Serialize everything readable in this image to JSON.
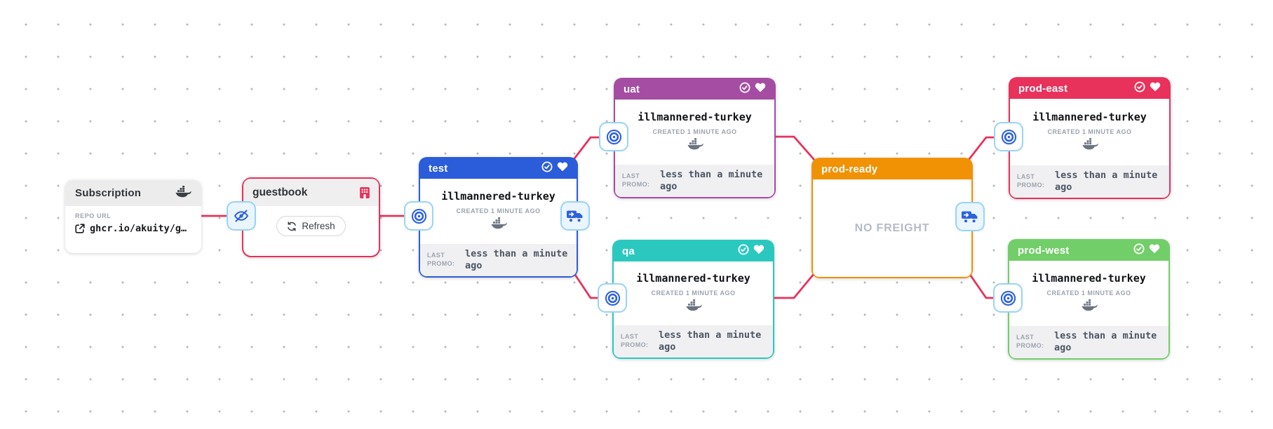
{
  "colors": {
    "edge": "#e8315b",
    "stage_test": "#2b5cd9",
    "stage_uat": "#a44da2",
    "stage_qa": "#2bc8bf",
    "stage_prod_ready": "#f09204",
    "stage_prod_east": "#e8315b",
    "stage_prod_west": "#72ce69",
    "icon_blue": "#2e62dd",
    "header_gray": "#ececec",
    "footer_gray": "#f0f0f2"
  },
  "icons": {
    "subscription_header": "docker-whale-icon",
    "warehouse_header": "building-icon",
    "refresh": "refresh-icon",
    "repo_link": "external-link-icon",
    "subscription_point": "eye-slash-icon",
    "stage_input": "target-icon",
    "freight_output": "truck-icon",
    "verified": "check-circle-icon",
    "healthy": "heart-icon",
    "freight_artifact": "docker-whale-icon"
  },
  "subscription": {
    "title": "Subscription",
    "repo_label": "REPO URL",
    "repo_url": "ghcr.io/akuity/g…"
  },
  "warehouse": {
    "title": "guestbook",
    "refresh_label": "Refresh"
  },
  "stages": {
    "test": {
      "name": "test",
      "freight_name": "illmannered-turkey",
      "created": "CREATED 1 MINUTE AGO",
      "last_promo_label": "LAST PROMO:",
      "last_promo_value": "less than a minute ago"
    },
    "uat": {
      "name": "uat",
      "freight_name": "illmannered-turkey",
      "created": "CREATED 1 MINUTE AGO",
      "last_promo_label": "LAST PROMO:",
      "last_promo_value": "less than a minute ago"
    },
    "qa": {
      "name": "qa",
      "freight_name": "illmannered-turkey",
      "created": "CREATED 1 MINUTE AGO",
      "last_promo_label": "LAST PROMO:",
      "last_promo_value": "less than a minute ago"
    },
    "prod_ready": {
      "name": "prod-ready",
      "empty_label": "NO FREIGHT"
    },
    "prod_east": {
      "name": "prod-east",
      "freight_name": "illmannered-turkey",
      "created": "CREATED 1 MINUTE AGO",
      "last_promo_label": "LAST PROMO:",
      "last_promo_value": "less than a minute ago"
    },
    "prod_west": {
      "name": "prod-west",
      "freight_name": "illmannered-turkey",
      "created": "CREATED 1 MINUTE AGO",
      "last_promo_label": "LAST PROMO:",
      "last_promo_value": "less than a minute ago"
    }
  }
}
